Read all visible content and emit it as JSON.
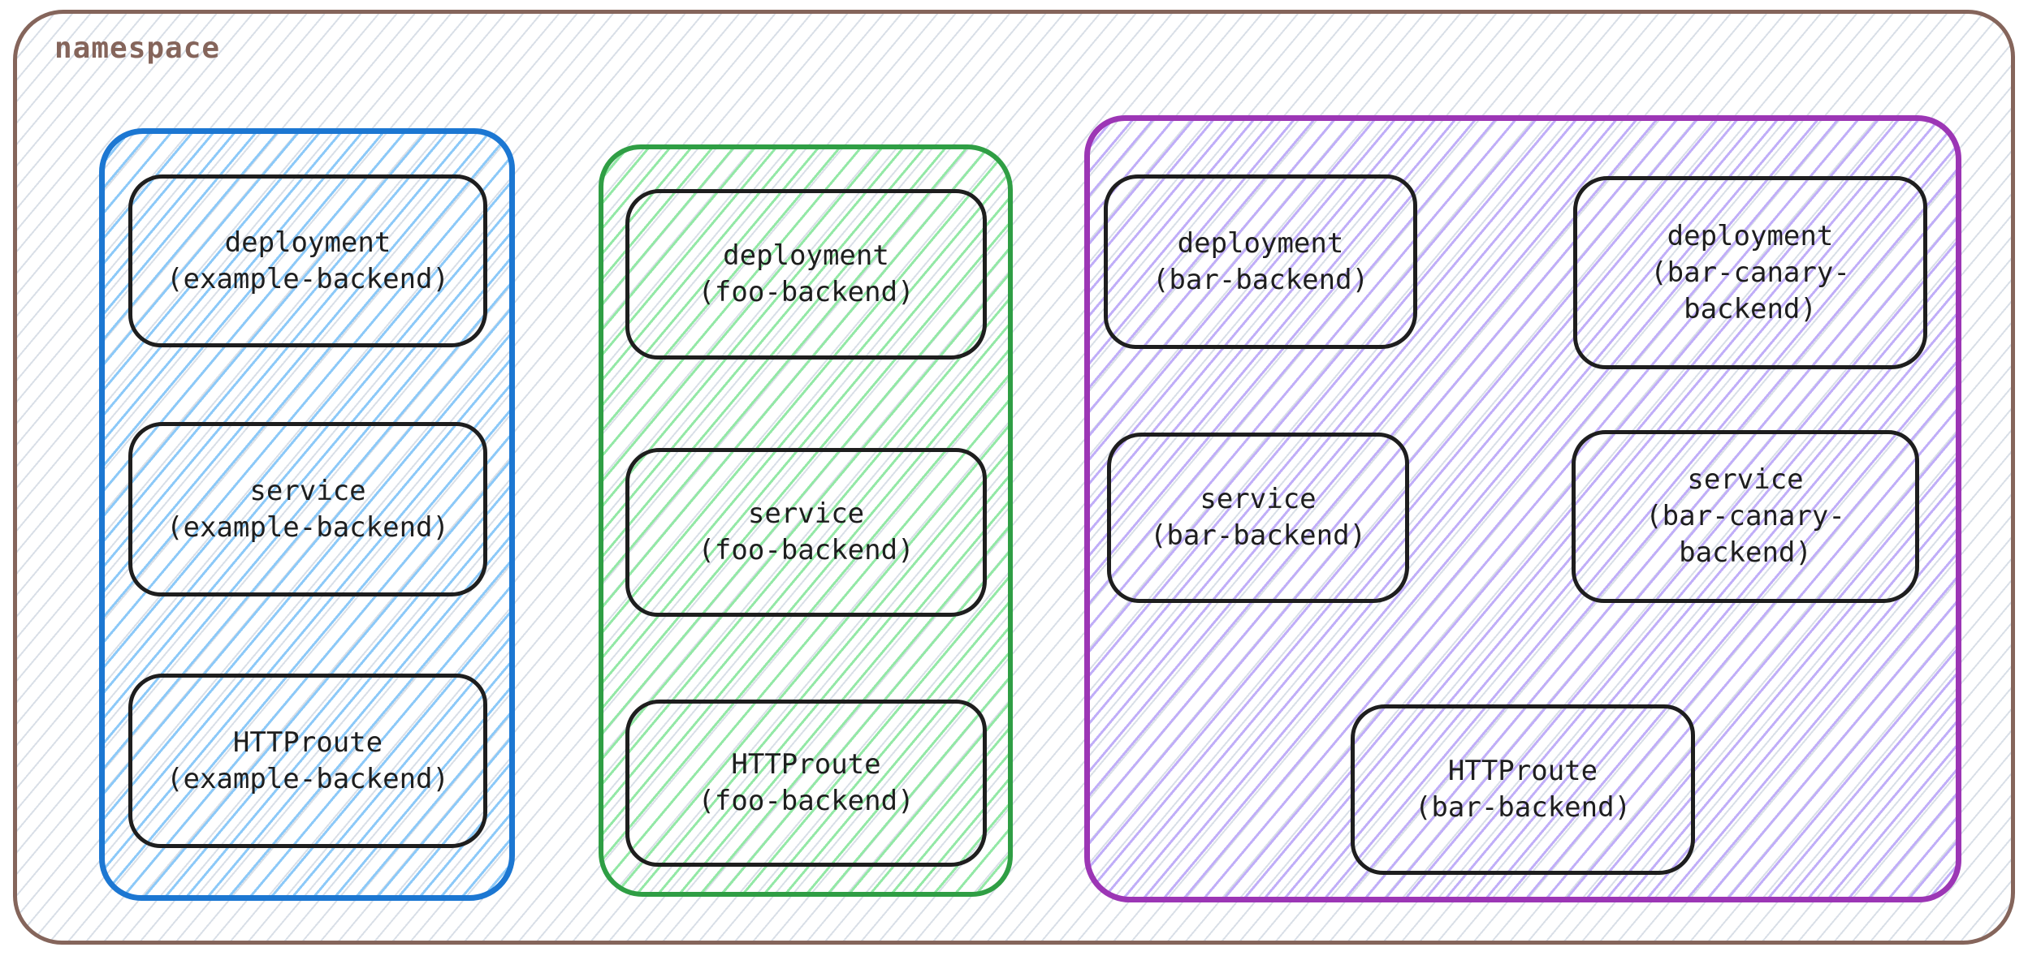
{
  "diagram": {
    "title": "namespace",
    "colors": {
      "namespace_border": "#85655b",
      "namespace_label": "#85655b",
      "namespace_hatch": "#d9dfe7",
      "blue_border": "#1c77d2",
      "blue_hatch": "#8cc9f8",
      "green_border": "#2f9e44",
      "green_hatch": "#93e8a6",
      "purple_border": "#9c36b5",
      "purple_hatch": "#c0aef8",
      "node_border": "#1e1e1e",
      "node_text": "#1e1e1e"
    },
    "groups": [
      {
        "id": "example-backend",
        "color": "blue",
        "nodes": [
          {
            "kind": "deployment",
            "instance": "(example-backend)"
          },
          {
            "kind": "service",
            "instance": "(example-backend)"
          },
          {
            "kind": "HTTProute",
            "instance": "(example-backend)"
          }
        ]
      },
      {
        "id": "foo-backend",
        "color": "green",
        "nodes": [
          {
            "kind": "deployment",
            "instance": "(foo-backend)"
          },
          {
            "kind": "service",
            "instance": "(foo-backend)"
          },
          {
            "kind": "HTTProute",
            "instance": "(foo-backend)"
          }
        ]
      },
      {
        "id": "bar-backend",
        "color": "purple",
        "nodes": [
          {
            "kind": "deployment",
            "instance": "(bar-backend)"
          },
          {
            "kind": "deployment",
            "instance": "(bar-canary-\nbackend)"
          },
          {
            "kind": "service",
            "instance": "(bar-backend)"
          },
          {
            "kind": "service",
            "instance": "(bar-canary-\nbackend)"
          },
          {
            "kind": "HTTProute",
            "instance": "(bar-backend)"
          }
        ]
      }
    ]
  }
}
